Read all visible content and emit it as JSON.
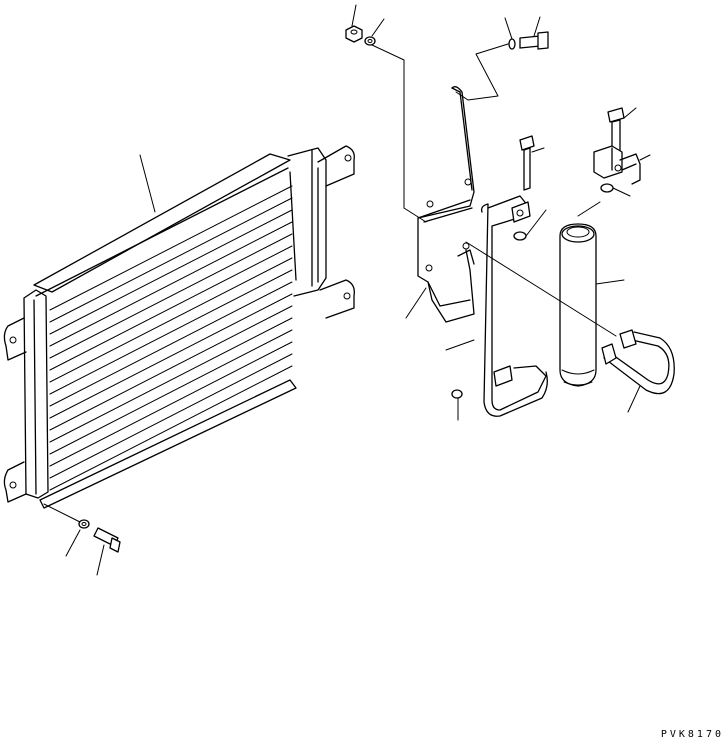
{
  "drawing": {
    "code": "PVK8170",
    "line_color": "#000000",
    "background_color": "#ffffff"
  },
  "parts": [
    {
      "name": "condenser"
    },
    {
      "name": "condenser-mounting-bolt"
    },
    {
      "name": "condenser-washer"
    },
    {
      "name": "top-nut"
    },
    {
      "name": "top-washer"
    },
    {
      "name": "bracket-bolt"
    },
    {
      "name": "bracket-washer"
    },
    {
      "name": "mounting-bracket"
    },
    {
      "name": "tube-clamp-bolt"
    },
    {
      "name": "liquid-line-tube"
    },
    {
      "name": "o-ring"
    },
    {
      "name": "receiver-drier"
    },
    {
      "name": "block-joint-bolt"
    },
    {
      "name": "block-joint"
    },
    {
      "name": "hose-assembly"
    }
  ]
}
